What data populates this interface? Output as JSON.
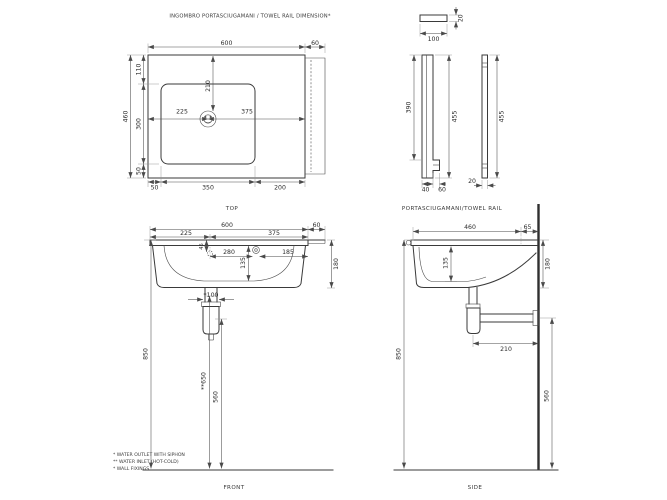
{
  "drawing": {
    "bg": "#ffffff",
    "line_color": "#3a3a3a",
    "dim_color": "#4a4a4a",
    "title": "INGOMBRO PORTASCIUGAMANI / TOWEL RAIL DIMENSION*",
    "views": {
      "top": {
        "caption": "TOP",
        "dims": {
          "overall_width": "600",
          "rail_width": "60",
          "overall_depth": "460",
          "back_to_bowl": "110",
          "bowl_depth": "300",
          "front_margin": "50",
          "drain_from_left": "225",
          "drain_from_right": "375",
          "drain_offset": "210",
          "left_margin": "50",
          "bowl_width": "350",
          "right_margin": "200"
        }
      },
      "rail": {
        "caption": "PORTASCIUGAMANI/TOWEL RAIL",
        "dims": {
          "bar_depth": "20",
          "bar_width": "100",
          "bracket_inner_height": "390",
          "bracket_height": "455",
          "foot_a": "40",
          "foot_b": "60",
          "rail_height": "455",
          "rail_thickness": "20"
        }
      },
      "front": {
        "caption": "FRONT",
        "dims": {
          "overall_width": "600",
          "rail_width": "60",
          "drain_from_left": "225",
          "drain_from_right": "375",
          "drain_drop": "45",
          "tap_span_left": "280",
          "tap_span_right": "185",
          "bowl_inner_depth": "135",
          "apron_height": "180",
          "trap_width": "*100",
          "floor_to_rim": "850",
          "inlet_height": "**650",
          "outlet_height": "560"
        },
        "notes": [
          "* WATER OUTLET WITH SIPHON",
          "** WATER INLET  (HOT-COLD)",
          "* WALL FIXINGS"
        ]
      },
      "side": {
        "caption": "SIDE",
        "dims": {
          "overall_depth": "460",
          "tap_from_wall": "65",
          "bowl_inner_depth": "135",
          "apron_height": "180",
          "trap_to_wall": "210",
          "floor_to_rim": "850",
          "outlet_height": "560"
        }
      }
    }
  }
}
